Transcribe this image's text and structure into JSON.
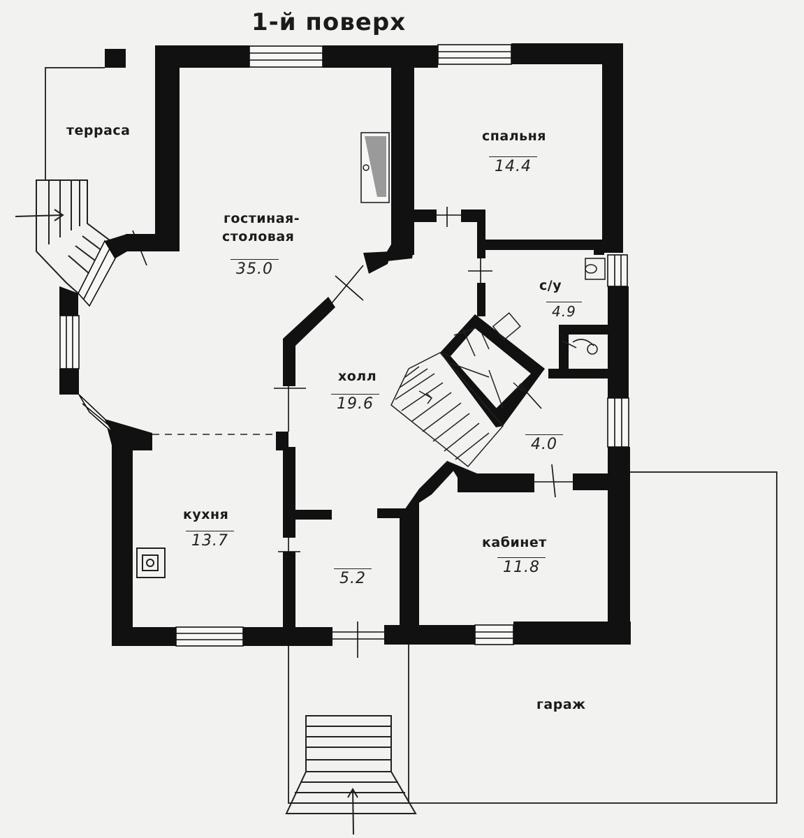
{
  "plan": {
    "title": "1-й поверх",
    "rooms": {
      "terrace": {
        "name": "терраса"
      },
      "living": {
        "name_line1": "гостиная-",
        "name_line2": "столовая",
        "area": "35.0"
      },
      "bedroom": {
        "name": "спальня",
        "area": "14.4"
      },
      "bathroom": {
        "name": "с/у",
        "area": "4.9"
      },
      "hall": {
        "name": "холл",
        "area": "19.6"
      },
      "storage": {
        "area": "4.0"
      },
      "kitchen": {
        "name": "кухня",
        "area": "13.7"
      },
      "vestibule": {
        "area": "5.2"
      },
      "study": {
        "name": "кабинет",
        "area": "11.8"
      },
      "garage": {
        "name": "гараж"
      }
    }
  },
  "colors": {
    "wall": "#111111",
    "paper": "#f2f2f0",
    "line": "#333333",
    "chimney": "#9a9a9a"
  }
}
